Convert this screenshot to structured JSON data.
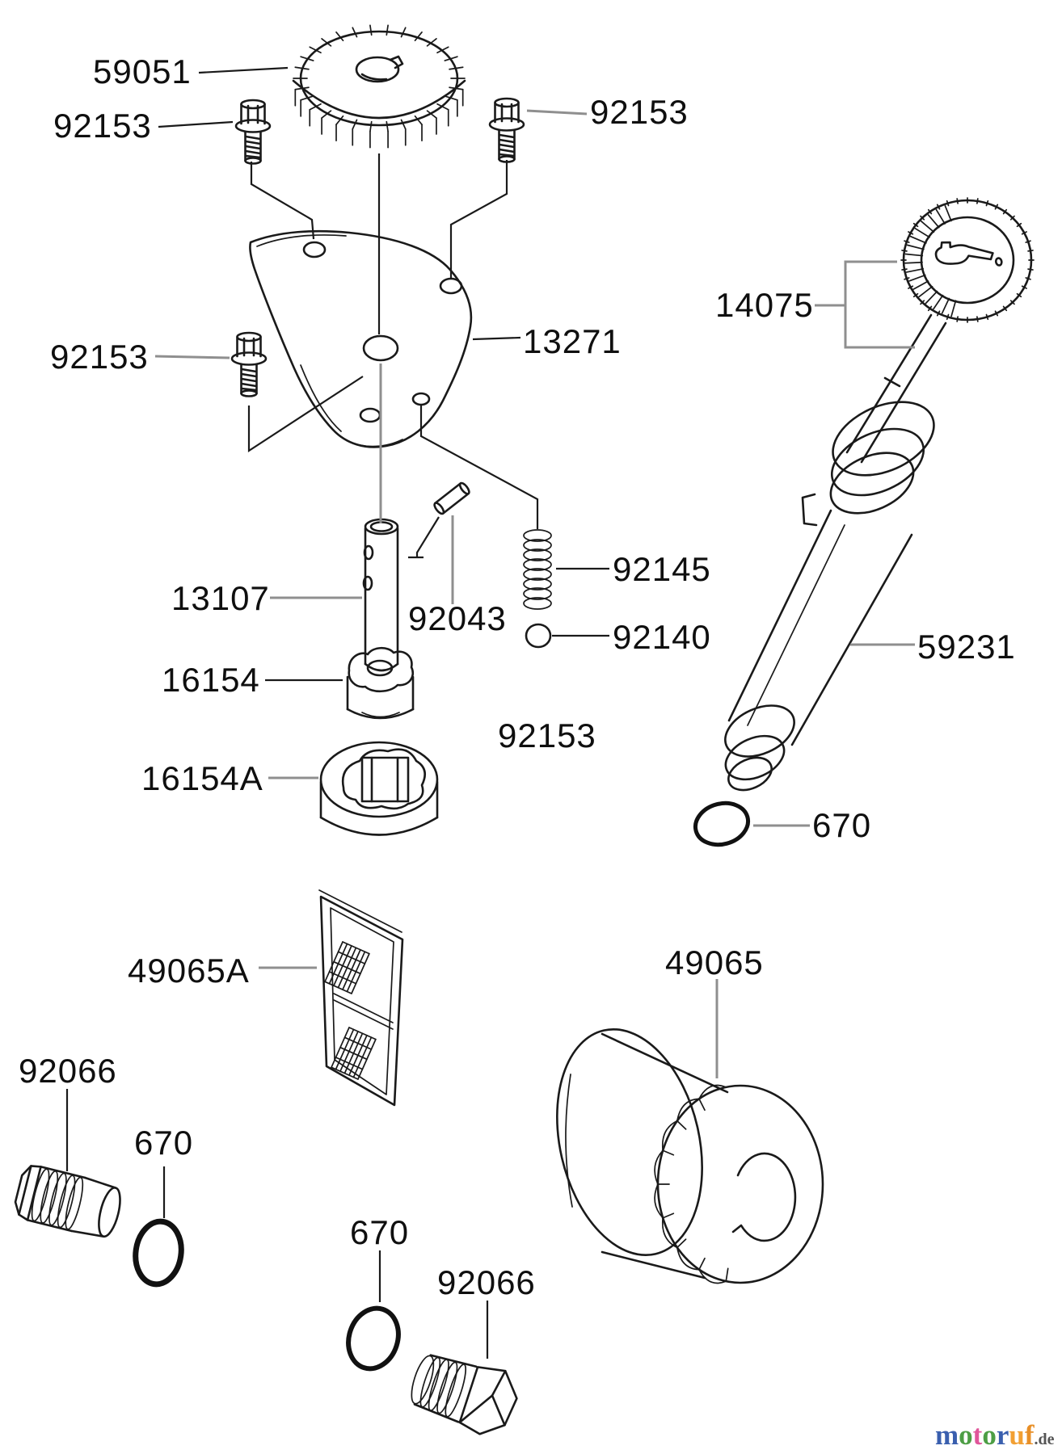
{
  "labels": {
    "gear": "59051",
    "bolt_top_left": "92153",
    "bolt_top_right": "92153",
    "plate": "13271",
    "bolt_mid_left": "92153",
    "shaft": "13107",
    "pin": "92043",
    "spring": "92145",
    "ball": "92140",
    "inner_rotor": "16154",
    "outer_rotor": "16154A",
    "bolt_ref_floating": "92153",
    "dipstick": "14075",
    "tube": "59231",
    "oring_right": "670",
    "screen": "49065A",
    "filter": "49065",
    "plug_left": "92066",
    "oring_left": "670",
    "oring_center": "670",
    "plug_bottom": "92066"
  },
  "logo": {
    "letters": [
      {
        "ch": "m",
        "color": "#3a5fae"
      },
      {
        "ch": "o",
        "color": "#4d9e45"
      },
      {
        "ch": "t",
        "color": "#e0569a"
      },
      {
        "ch": "o",
        "color": "#4d9e45"
      },
      {
        "ch": "r",
        "color": "#3a5fae"
      },
      {
        "ch": "u",
        "color": "#f2a033"
      },
      {
        "ch": "f",
        "color": "#e88f27"
      }
    ],
    "suffix": ".de"
  }
}
